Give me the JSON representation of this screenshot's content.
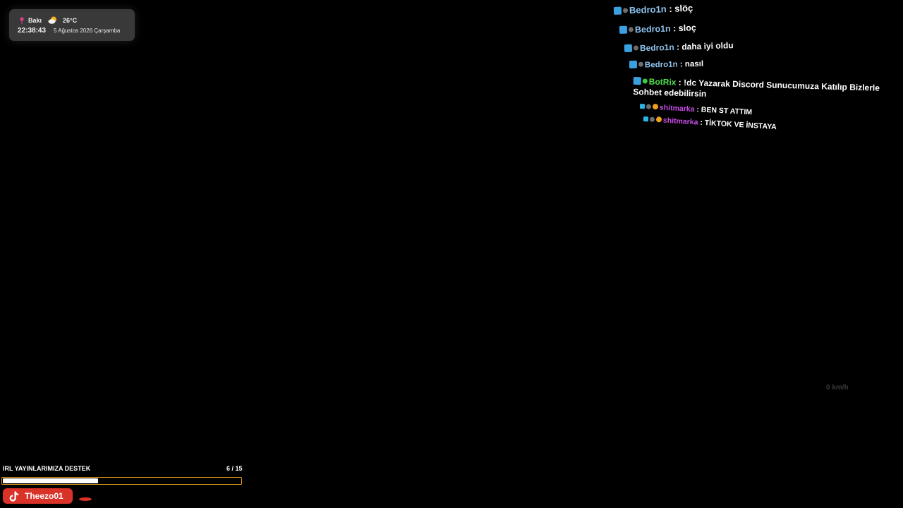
{
  "widget": {
    "location": "Bakı",
    "temperature": "26°C",
    "time": "22:38:43",
    "date": "5 Ağustos 2026 Çarşamba",
    "location_icon": "map-pin-icon",
    "weather_icon": "partly-cloudy-icon"
  },
  "chat": {
    "messages": [
      {
        "user": "Bedro1n",
        "sep": " : ",
        "text": "slöç"
      },
      {
        "user": "Bedro1n",
        "sep": " : ",
        "text": "sloç"
      },
      {
        "user": "Bedro1n",
        "sep": " : ",
        "text": "daha iyi oldu"
      },
      {
        "user": "Bedro1n",
        "sep": " : ",
        "text": "nasıl"
      },
      {
        "user": "BotRix",
        "sep": " : ",
        "text": "!dc Yazarak Discord Sunucumuza Katılıp Bizlerle Sohbet edebilirsin"
      },
      {
        "user": "shitmarka",
        "sep": " : ",
        "text": "BEN ST ATTIM"
      },
      {
        "user": "shitmarka",
        "sep": " : ",
        "text": "TİKTOK VE İNSTAYA"
      }
    ],
    "user_colors": {
      "Bedro1n": "#8fc4ee",
      "BotRix": "#4ee04b",
      "shitmarka": "#c84ce8"
    }
  },
  "speed": {
    "value": "0 km/h"
  },
  "goal": {
    "title": "IRL YAYINLARIMIZA DESTEK",
    "current": 6,
    "target": 15,
    "count_label": "6 / 15",
    "progress_fraction": 0.4,
    "accent_color": "#f0a61a"
  },
  "social": {
    "platform_icon": "tiktok-icon",
    "handle": "Theezo01",
    "color": "#d93228"
  }
}
